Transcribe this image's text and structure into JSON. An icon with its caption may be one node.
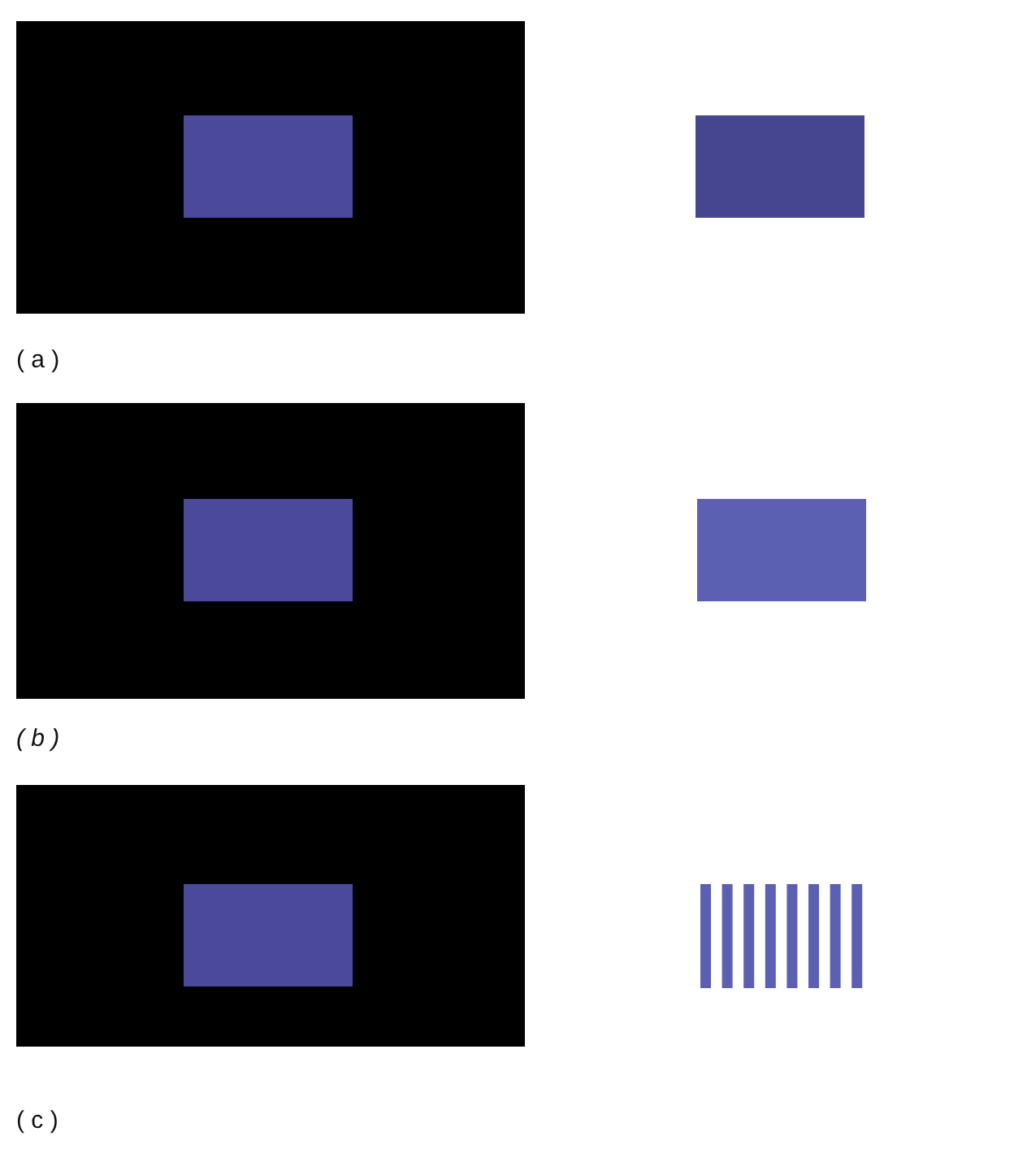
{
  "diagram": {
    "labels": [
      "( a )",
      "( b )",
      "( c )"
    ]
  }
}
